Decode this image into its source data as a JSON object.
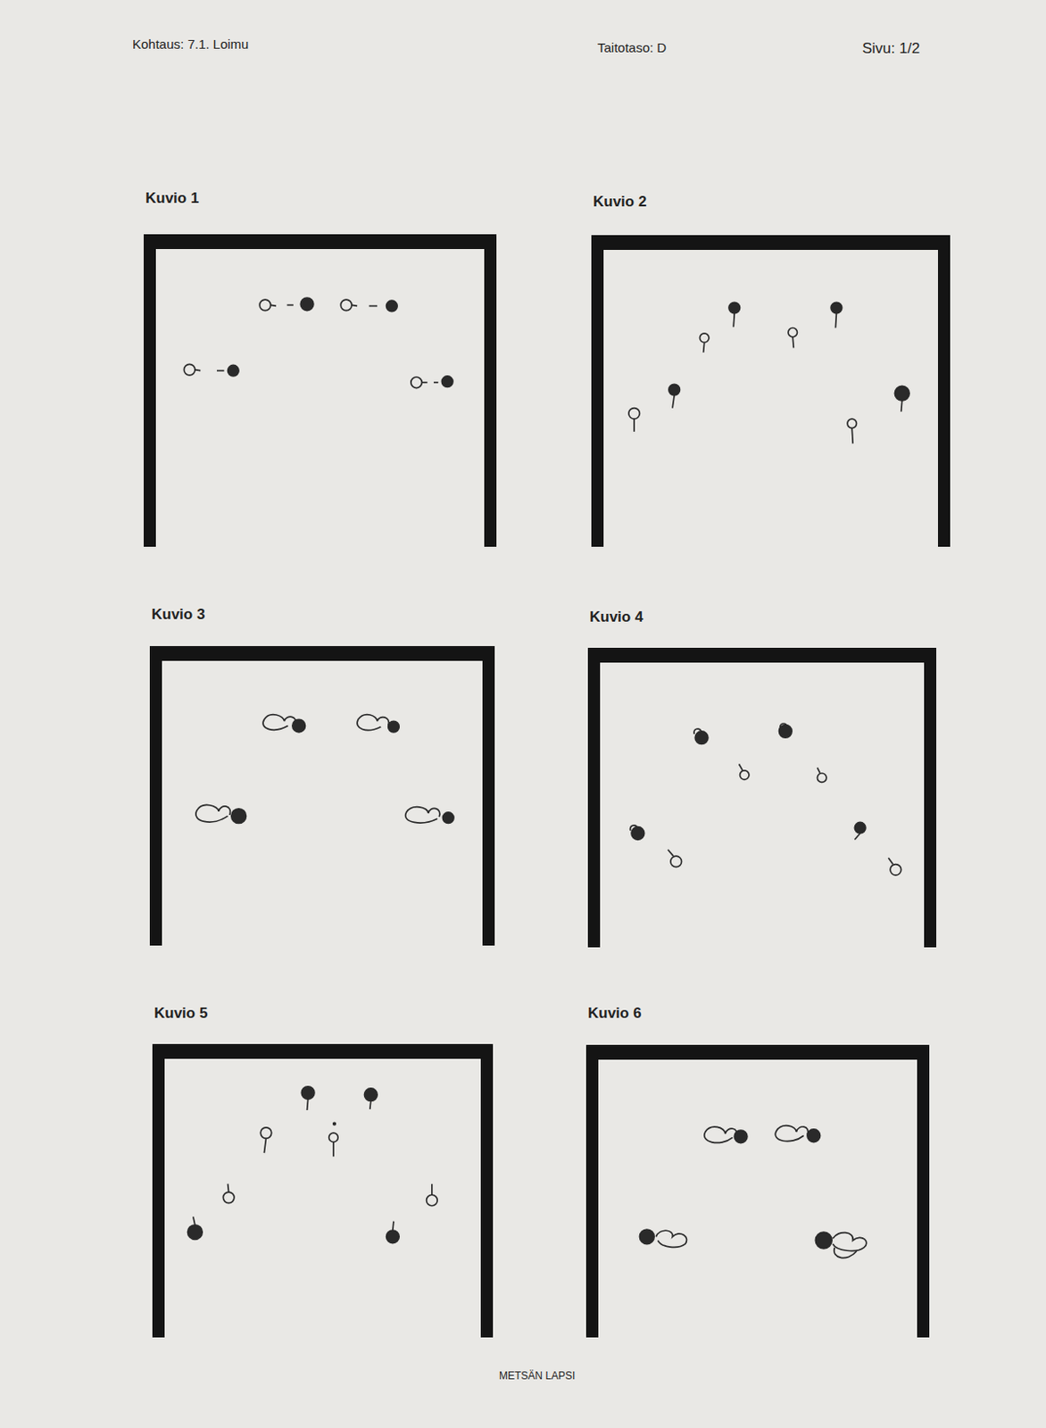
{
  "diagram": {
    "nodes": [
      {
        "text": [
          "Kuvio 1"
        ]
      },
      {
        "text": [
          "Kuvio 2"
        ]
      },
      {
        "text": [
          "Kuvio 3"
        ]
      },
      {
        "text": [
          "Kuvio 4"
        ]
      },
      {
        "text": [
          "Kuvio 5"
        ]
      },
      {
        "text": [
          "Kuvio 6"
        ]
      }
    ],
    "labels": [
      "Kohtaus: 7.1. Loimu",
      "Taitotaso: D",
      "Sivu: 1/2",
      "METSÄN LAPSI"
    ]
  }
}
